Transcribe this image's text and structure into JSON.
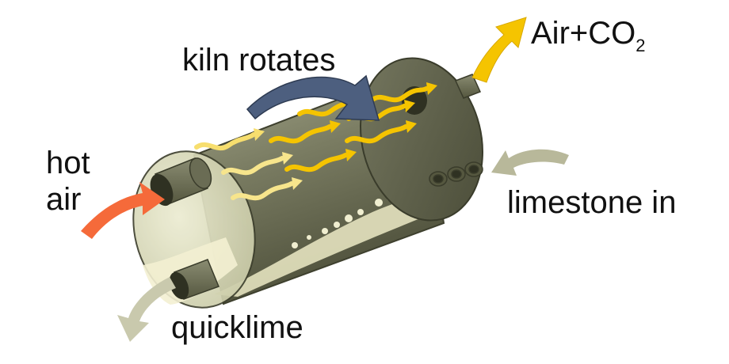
{
  "labels": {
    "kiln_rotates": "kiln rotates",
    "air_co2_main": "Air+CO",
    "air_co2_sub": "2",
    "hot_air_line1": "hot",
    "hot_air_line2": "air",
    "limestone_in": "limestone in",
    "quicklime": "quicklime"
  },
  "colors": {
    "background": "#ffffff",
    "kiln_body": "#7a7c62",
    "kiln_end_cap": "#5e604a",
    "glass_end": "#dcdcbc",
    "hot_air_arrow": "#f56a3a",
    "gas_wave": "#f5c400",
    "exhaust_arrow": "#f5c400",
    "rotation_arrow": "#4d5f7f",
    "limestone_arrow": "#b8b89a",
    "quicklime_arrow": "#c9c9ad",
    "text": "#111111"
  }
}
